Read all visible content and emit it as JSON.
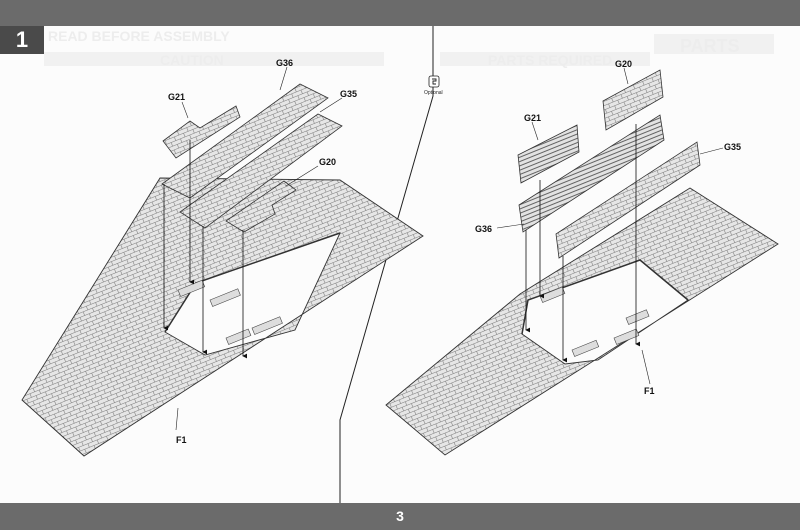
{
  "header": {
    "step_number": "1"
  },
  "footer": {
    "page_number": "3"
  },
  "background_text": {
    "before_assembly": "READ BEFORE ASSEMBLY",
    "caution": "CAUTION",
    "parts_required": "PARTS REQUIRED",
    "parts": "PARTS"
  },
  "left_view": {
    "labels": {
      "g21": "G21",
      "g36": "G36",
      "g35": "G35",
      "g20": "G20",
      "f1": "F1"
    }
  },
  "right_view": {
    "labels": {
      "g20": "G20",
      "g21": "G21",
      "g35": "G35",
      "g36": "G36",
      "f1": "F1"
    }
  },
  "optional_badge": {
    "icon": "optional-icon",
    "label": "Optional"
  },
  "colors": {
    "bar": "#6b6b6b",
    "step_box": "#4a4a4a",
    "part_fill": "#e4e4e4",
    "stroke": "#333333"
  }
}
